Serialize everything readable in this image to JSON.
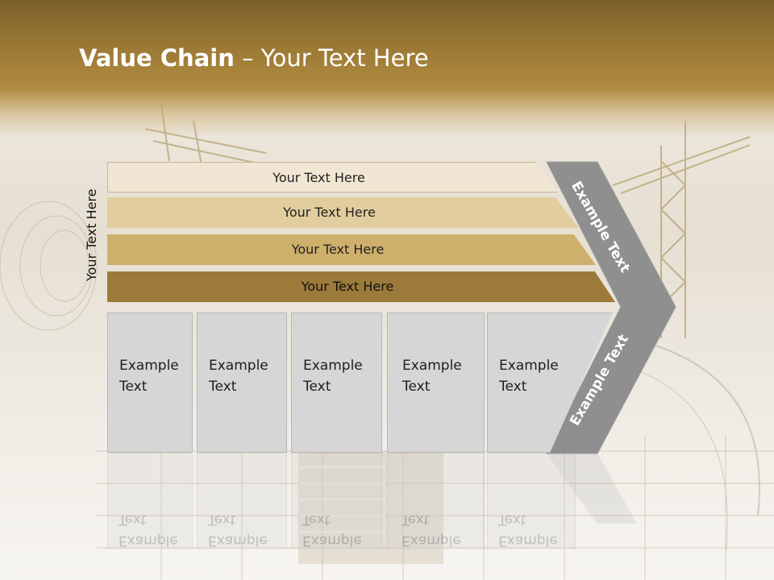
{
  "slide": {
    "title_bold": "Value Chain",
    "title_rest": " – Your Text Here",
    "y_axis_label": "Your Text Here"
  },
  "bands": [
    {
      "label": "Your Text Here",
      "color": "#f1e6d3"
    },
    {
      "label": "Your Text Here",
      "color": "#e2cd9e"
    },
    {
      "label": "Your Text Here",
      "color": "#cfaf6c"
    },
    {
      "label": "Your Text Here",
      "color": "#9c7a3a"
    }
  ],
  "cards": [
    {
      "line1": "Example",
      "line2": "Text"
    },
    {
      "line1": "Example",
      "line2": "Text"
    },
    {
      "line1": "Example",
      "line2": "Text"
    },
    {
      "line1": "Example",
      "line2": "Text"
    },
    {
      "line1": "Example",
      "line2": "Text"
    }
  ],
  "chevron": {
    "top_label": "Example Text",
    "bottom_label": "Example Text",
    "color": "#8f8f8f"
  },
  "colors": {
    "header": "#9c7a35",
    "card": "#d6d6d6"
  }
}
